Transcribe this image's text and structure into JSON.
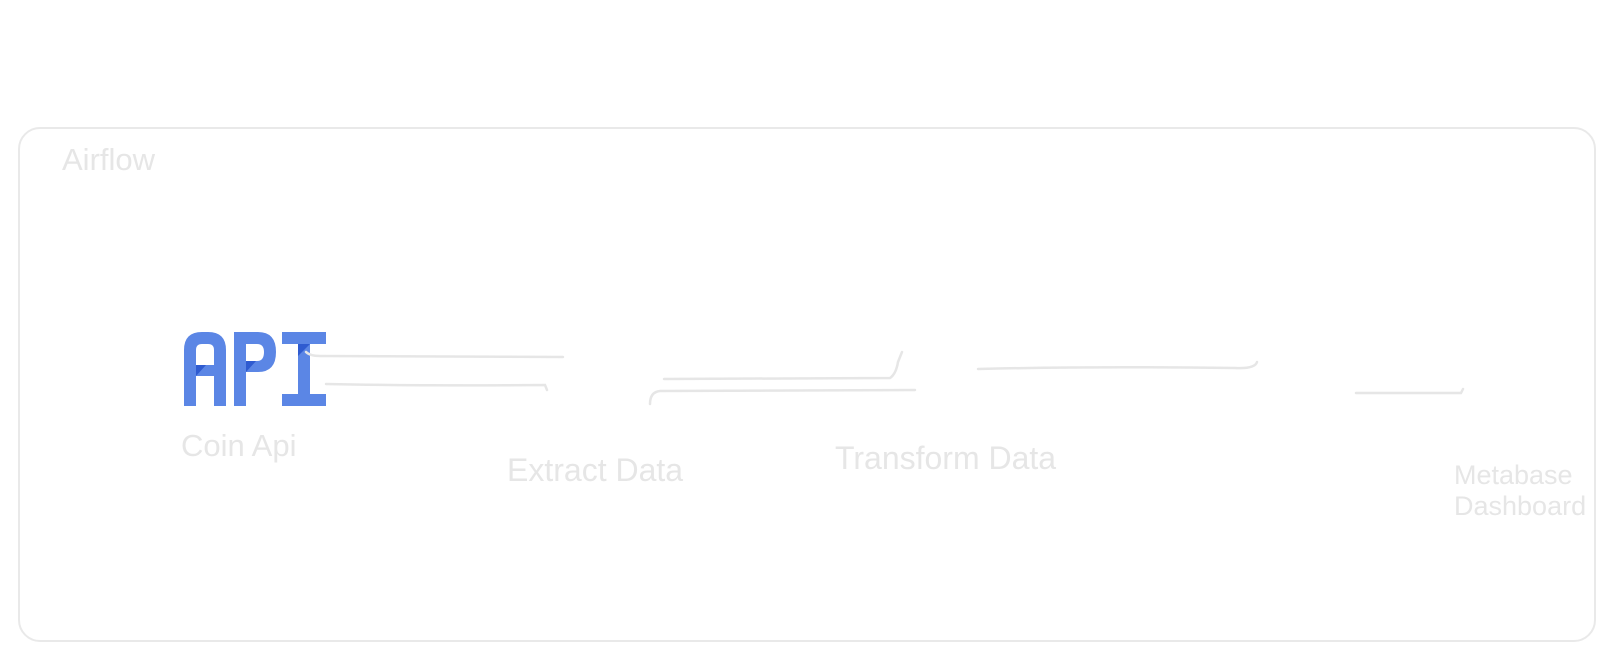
{
  "frame": {
    "title": "Airflow"
  },
  "nodes": [
    {
      "id": "coin-api",
      "label": "Coin Api",
      "icon": "api-logo-icon",
      "logo_text": "API"
    },
    {
      "id": "extract",
      "label": "Extract Data"
    },
    {
      "id": "transform",
      "label": "Transform Data"
    },
    {
      "id": "metabase",
      "label": "Metabase Dashboard"
    }
  ],
  "colors": {
    "api_logo": "#5b86e5",
    "api_logo_dark": "#2f5bd0",
    "line": "#e6e6e6",
    "text": "#e6e6e6",
    "border": "#e9e9e9"
  }
}
